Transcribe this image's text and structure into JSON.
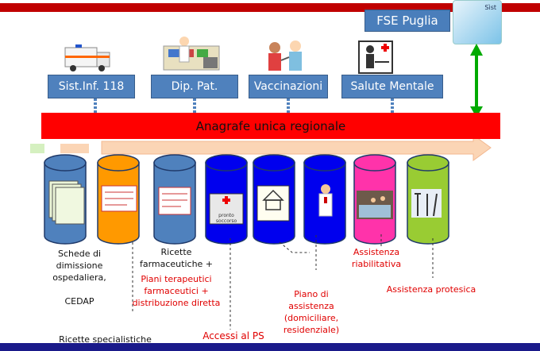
{
  "header": {
    "title": "FSE Puglia",
    "logo_text": "Sìst"
  },
  "sources": [
    {
      "label": "Sist.Inf. 118",
      "icon": "ambulance-icon"
    },
    {
      "label": "Dip. Pat.",
      "icon": "pharmacy-icon"
    },
    {
      "label": "Vaccinazioni",
      "icon": "vaccination-icon"
    },
    {
      "label": "Salute Mentale",
      "icon": "mental-health-icon"
    }
  ],
  "bar": {
    "label": "Anagrafe unica regionale"
  },
  "cylinders": [
    {
      "color": "#4f81bd",
      "icon": "documents-icon"
    },
    {
      "color": "#ff9900",
      "icon": "prescription-icon"
    },
    {
      "color": "#4f81bd",
      "icon": "prescription-icon"
    },
    {
      "color": "#0000ee",
      "icon": "first-aid-kit-icon"
    },
    {
      "color": "#0000ee",
      "icon": "house-icon"
    },
    {
      "color": "#0000ee",
      "icon": "doctor-icon"
    },
    {
      "color": "#ff33aa",
      "icon": "rehab-room-icon"
    },
    {
      "color": "#99cc33",
      "icon": "crutches-icon"
    }
  ],
  "labels": {
    "schede": "Schede di\ndimissione\nospedaliera,",
    "cedap": "CEDAP",
    "ricette_spec": "Ricette specialistiche",
    "ricette_farm": "Ricette\nfarmaceutiche +",
    "piani": "Piani terapeutici\nfarmaceutici +\ndistribuzione diretta",
    "accessi": "Accessi al PS",
    "piano_assistenza": "Piano di\nassistenza\n(domiciliare,\nresidenziale)",
    "assistenza_riab": "Assistenza\nriabilitativa",
    "assistenza_prot": "Assistenza protesica"
  },
  "colors": {
    "red": "#ff0000",
    "blue_box": "#4f81bd",
    "green_arrow": "#00aa00",
    "orange_arrow": "#fbd5b5"
  }
}
